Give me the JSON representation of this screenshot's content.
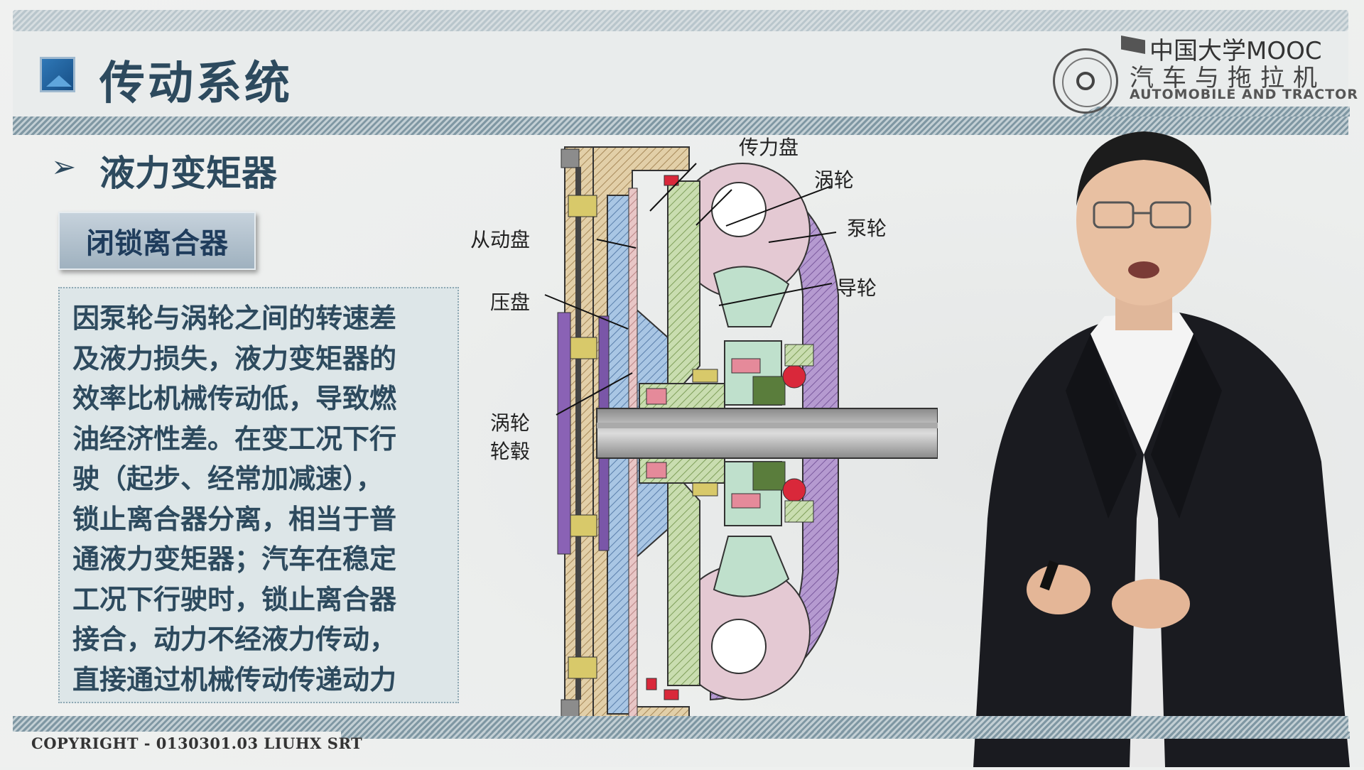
{
  "header": {
    "title": "传动系统",
    "brand": {
      "mooc": "中国大学MOOC",
      "cn_name": "汽车与拖拉机",
      "en_name": "AUTOMOBILE AND TRACTOR"
    }
  },
  "section": {
    "subtitle": "液力变矩器",
    "tag": "闭锁离合器",
    "body_lines": [
      "因泵轮与涡轮之间的转速差",
      "及液力损失，液力变矩器的",
      "效率比机械传动低，导致燃",
      "油经济性差。在变工况下行",
      "驶（起步、经常加减速），",
      "锁止离合器分离，相当于普",
      "通液力变矩器；汽车在稳定",
      "工况下行驶时，锁止离合器",
      "接合，动力不经液力传动，",
      "直接通过机械传动传递动力"
    ]
  },
  "diagram": {
    "labels": {
      "chuanlipan": "传力盘",
      "wolun": "涡轮",
      "benglun": "泵轮",
      "daolun": "导轮",
      "congdongpan": "从动盘",
      "yapan": "压盘",
      "wolun_hub_1": "涡轮",
      "wolun_hub_2": "轮毂"
    }
  },
  "footer": {
    "copyright": "COPYRIGHT - 0130301.03 LIUHX SRT"
  }
}
